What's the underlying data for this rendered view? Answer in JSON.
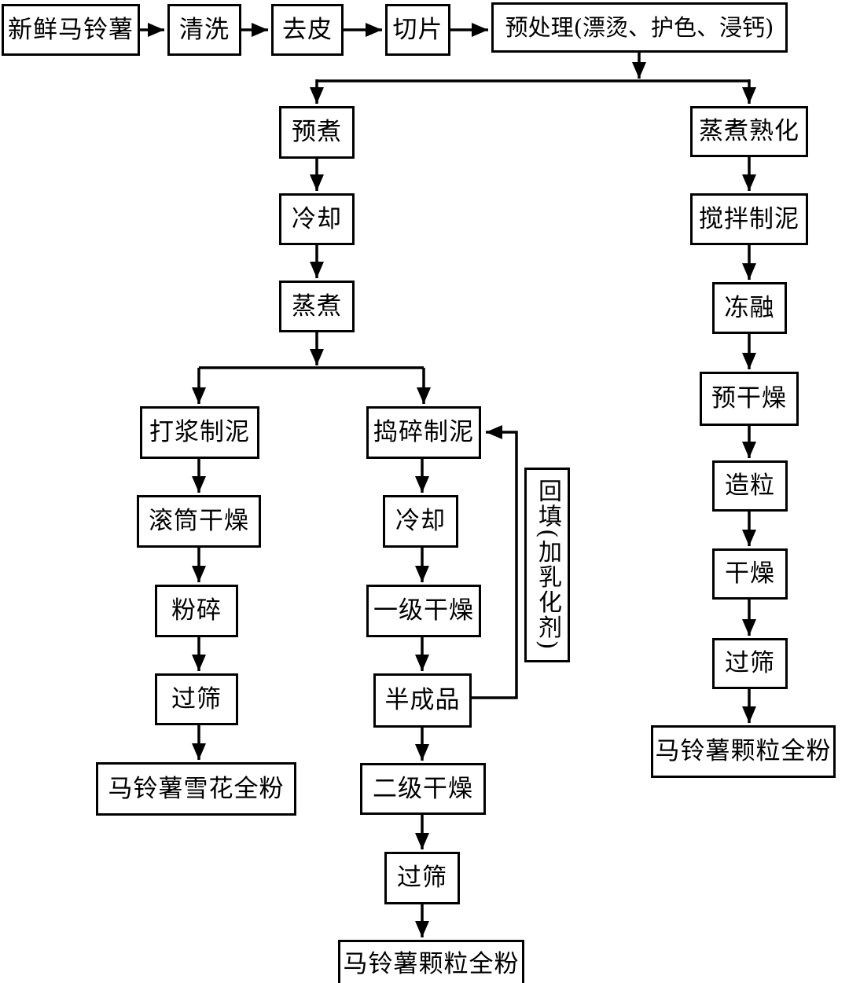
{
  "colors": {
    "background": "#ffffff",
    "box_fill": "#ffffff",
    "box_border": "#000000",
    "line": "#000000",
    "text": "#000000"
  },
  "nodes": {
    "fresh_potato": {
      "label": "新鲜马铃薯"
    },
    "washing": {
      "label": "清洗"
    },
    "peeling": {
      "label": "去皮"
    },
    "slicing": {
      "label": "切片"
    },
    "pretreatment": {
      "label": "预处理(漂烫、护色、浸钙)"
    },
    "precooking": {
      "label": "预煮"
    },
    "cooling_left": {
      "label": "冷却"
    },
    "steaming": {
      "label": "蒸煮"
    },
    "pulping_mash": {
      "label": "打浆制泥"
    },
    "drum_drying": {
      "label": "滚筒干燥"
    },
    "crushing": {
      "label": "粉碎"
    },
    "sieving_left": {
      "label": "过筛"
    },
    "flake_powder": {
      "label": "马铃薯雪花全粉"
    },
    "mashing": {
      "label": "捣碎制泥"
    },
    "cooling_mid": {
      "label": "冷却"
    },
    "primary_drying": {
      "label": "一级干燥"
    },
    "semi_finished": {
      "label": "半成品"
    },
    "backfill": {
      "label": "回填(加乳化剂)"
    },
    "secondary_drying": {
      "label": "二级干燥"
    },
    "sieving_mid": {
      "label": "过筛"
    },
    "granule_powder_mid": {
      "label": "马铃薯颗粒全粉"
    },
    "steam_ripening": {
      "label": "蒸煮熟化"
    },
    "stir_mashing": {
      "label": "搅拌制泥"
    },
    "freeze_thaw": {
      "label": "冻融"
    },
    "pre_drying": {
      "label": "预干燥"
    },
    "granulating": {
      "label": "造粒"
    },
    "drying": {
      "label": "干燥"
    },
    "sieving_right": {
      "label": "过筛"
    },
    "granule_powder_right": {
      "label": "马铃薯颗粒全粉"
    }
  }
}
